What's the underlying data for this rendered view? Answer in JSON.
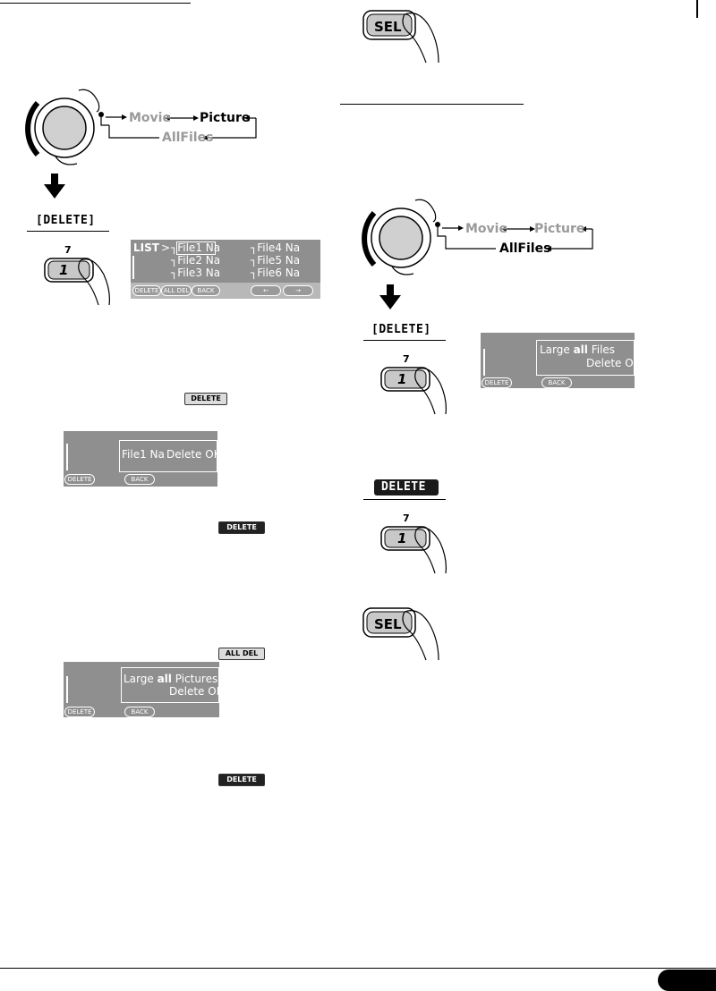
{
  "sequence": {
    "movie": "Movie",
    "picture": "Picture",
    "allfiles": "AllFiles"
  },
  "buttons": {
    "delete": "DELETE",
    "all_del": "ALL DEL",
    "sel": "SEL",
    "number_key_top": "7",
    "number_key_main": "1"
  },
  "lcd_list": {
    "list_label": "LIST",
    "cursor": ">",
    "files": [
      "File1 Na",
      "File2 Na",
      "File3 Na",
      "File4 Na",
      "File5 Na",
      "File6 Na"
    ],
    "softkeys": [
      "DELETE",
      "ALL DEL",
      "BACK"
    ]
  },
  "lcd_delete_one": {
    "file": "File1 Na",
    "question": "Delete OK?",
    "softkeys": [
      "DELETE",
      "BACK"
    ]
  },
  "lcd_delete_pictures": {
    "line1_a": "Large ",
    "line1_b": "all",
    "line1_c": " Pictures",
    "line2": "Delete OK?",
    "softkeys": [
      "DELETE",
      "BACK"
    ]
  },
  "lcd_delete_files": {
    "line1_a": "Large ",
    "line1_b": "all",
    "line1_c": " Files",
    "line2": "Delete OK?",
    "softkeys": [
      "DELETE",
      "BACK"
    ]
  },
  "colors": {
    "lcd_background": "#8f8f8f",
    "ink": "#000000",
    "muted_label": "#9a9a9a"
  }
}
